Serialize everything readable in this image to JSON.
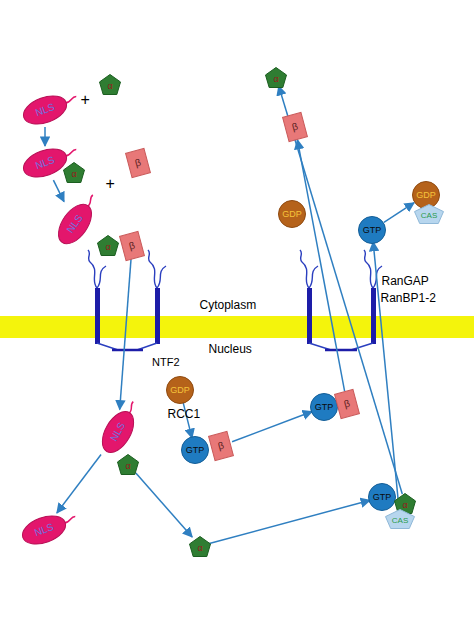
{
  "diagram": {
    "nodes": [
      {
        "text": [
          "NLS"
        ]
      },
      {
        "text": [
          "α"
        ]
      },
      {
        "text": [
          "NLS"
        ]
      },
      {
        "text": [
          "α"
        ]
      },
      {
        "text": [
          "β"
        ]
      },
      {
        "text": [
          "NLS"
        ]
      },
      {
        "text": [
          "α"
        ]
      },
      {
        "text": [
          "β"
        ]
      },
      {
        "text": [
          "GDP"
        ]
      },
      {
        "text": [
          "GTP"
        ]
      },
      {
        "text": [
          "β"
        ]
      },
      {
        "text": [
          "NLS"
        ]
      },
      {
        "text": [
          "α"
        ]
      },
      {
        "text": [
          "NLS"
        ]
      },
      {
        "text": [
          "α"
        ]
      },
      {
        "text": [
          "GTP"
        ]
      },
      {
        "text": [
          "α"
        ]
      },
      {
        "text": [
          "CAS"
        ]
      },
      {
        "text": [
          "GTP"
        ]
      },
      {
        "text": [
          "β"
        ]
      },
      {
        "text": [
          "α"
        ]
      },
      {
        "text": [
          "β"
        ]
      },
      {
        "text": [
          "GDP"
        ]
      },
      {
        "text": [
          "GDP"
        ]
      },
      {
        "text": [
          "CAS"
        ]
      },
      {
        "text": [
          "GTP"
        ]
      }
    ],
    "edges": [
      {
        "from": 0,
        "to": 2,
        "arrow": "to"
      },
      {
        "from": 2,
        "to": 5,
        "arrow": "to"
      },
      {
        "from": 7,
        "to": 11,
        "arrow": "to"
      },
      {
        "from": 11,
        "to": 13,
        "arrow": "to"
      },
      {
        "from": 12,
        "to": 14,
        "arrow": "to"
      },
      {
        "from": 8,
        "to": 9,
        "arrow": "to"
      },
      {
        "from": 10,
        "to": 18,
        "arrow": "to"
      },
      {
        "from": 19,
        "to": 21,
        "arrow": "to"
      },
      {
        "from": 14,
        "to": 15,
        "arrow": "to"
      },
      {
        "from": 17,
        "to": 25,
        "arrow": "to"
      },
      {
        "from": 25,
        "to": 23,
        "arrow": "to"
      },
      {
        "from": 16,
        "to": 20,
        "arrow": "to"
      }
    ],
    "labels": [
      "+",
      "+",
      "Cytoplasm",
      "Nucleus",
      "NTF2",
      "RCC1",
      "RanGAP",
      "RanBP1-2"
    ]
  }
}
